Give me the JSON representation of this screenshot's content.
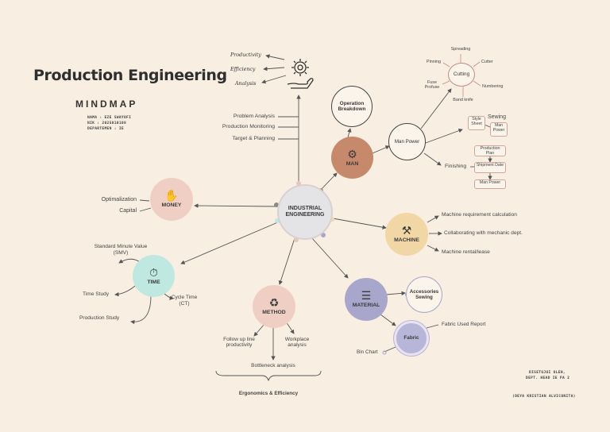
{
  "title": "Production Engineering",
  "subtitle": "MINDMAP",
  "author": {
    "name": "NAMA : EZE SWAYOFI",
    "nik": "NIK : 2025010108",
    "department": "DEPARTEMEN : IE"
  },
  "footer": {
    "approved_by": "DISETUJUI OLEH,",
    "position": "DEPT. HEAD IE PA 2",
    "approver": "(DEYA KRISTIAN ALVICONITA)"
  },
  "center": {
    "label": "INDUSTRIAL ENGINEERING"
  },
  "top_group": {
    "icon": "gear-hand-icon",
    "outputs": [
      "Productivity",
      "Efficiency",
      "Analysis"
    ],
    "items": [
      "Problem Analysis",
      "Production Monitoring",
      "Target & Planning"
    ]
  },
  "man": {
    "label": "MAN",
    "icon": "worker-icon",
    "operation_breakdown": "Operation Breakdown",
    "man_power": "Man Power",
    "cutting": {
      "label": "Cutting",
      "steps": [
        "Spreading",
        "Cutter",
        "Numbering",
        "Band knife",
        "Fuse Profuse",
        "Pinning"
      ]
    },
    "sewing": {
      "label": "Sewing",
      "style_sheet": "Style Sheet",
      "man_power": "Man Power"
    },
    "finishing": {
      "label": "Finishing",
      "steps": [
        "Production Plan",
        "Shipment Date",
        "Man Power"
      ]
    }
  },
  "money": {
    "label": "MONEY",
    "icon": "money-hand-icon",
    "items": [
      "Optimalization",
      "Capital"
    ]
  },
  "time": {
    "label": "TIME",
    "icon": "stopwatch-icon",
    "items": [
      "Standard Minute Value (SMV)",
      "Time Study",
      "Cycle Time (CT)",
      "Production Study"
    ]
  },
  "method": {
    "label": "METHOD",
    "icon": "dna-icon",
    "items": [
      "Follow up line productivity",
      "Workplace analysis",
      "Bottleneck analysis"
    ],
    "summary": "Ergonomics & Efficiency"
  },
  "material": {
    "label": "MATERIAL",
    "icon": "layers-icon",
    "accessories": "Accessories Sewing",
    "fabric": "Fabric",
    "fabric_items": [
      "Fabric Used Report",
      "Bin Chart"
    ]
  },
  "machine": {
    "label": "MACHINE",
    "icon": "sewing-machine-icon",
    "items": [
      "Machine requirement calculation",
      "Collaborating with mechanic dept.",
      "Machine rental/lease"
    ]
  },
  "colors": {
    "background": "#f8efe2",
    "man": "#c7896c",
    "money": "#efcfc3",
    "time": "#bfe8e0",
    "method": "#efcfc3",
    "material": "#a8a6cb",
    "fabric": "#b8b6d8",
    "machine": "#f1d6a6",
    "center": "#e4e3e6",
    "lines": "#555555",
    "accent": "#c98b84"
  }
}
